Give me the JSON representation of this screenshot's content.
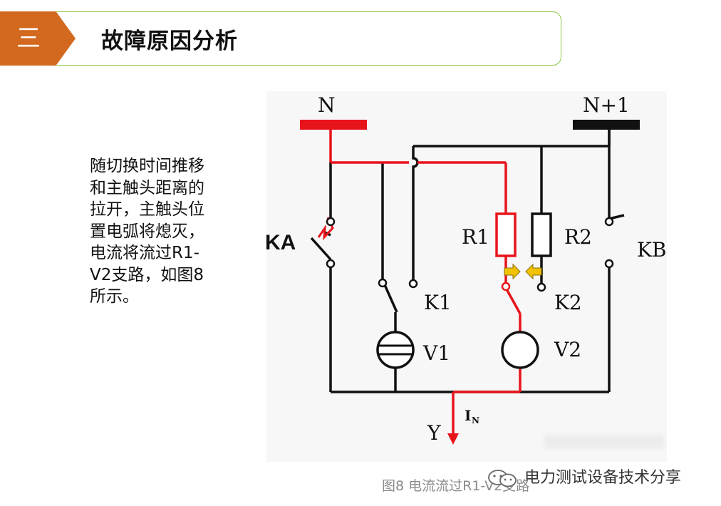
{
  "header": {
    "section_number": "三",
    "title": "故障原因分析"
  },
  "description": "随切换时间推移和主触头距离的拉开，主触头位置电弧将熄灭，电流将流过R1-V2支路，如图8所示。",
  "diagram": {
    "bus_left_label": "N",
    "bus_right_label": "N+1",
    "switch_ka_label": "KA",
    "switch_kb_label": "KB",
    "resistor_1_label": "R1",
    "resistor_2_label": "R2",
    "contact_k1_label": "K1",
    "contact_k2_label": "K2",
    "diverter_v1_label": "V1",
    "diverter_v2_label": "V2",
    "current_label_main": "I",
    "current_label_sub": "N",
    "output_label": "Y",
    "colors": {
      "current_path": "#e8141b",
      "wire": "#111111",
      "bus_right": "#111111",
      "arrow_mark": "#f2c200"
    }
  },
  "caption": "图8 电流流过R1-V2支路",
  "watermark": {
    "icon": "wechat-icon",
    "text": "电力测试设备技术分享"
  }
}
